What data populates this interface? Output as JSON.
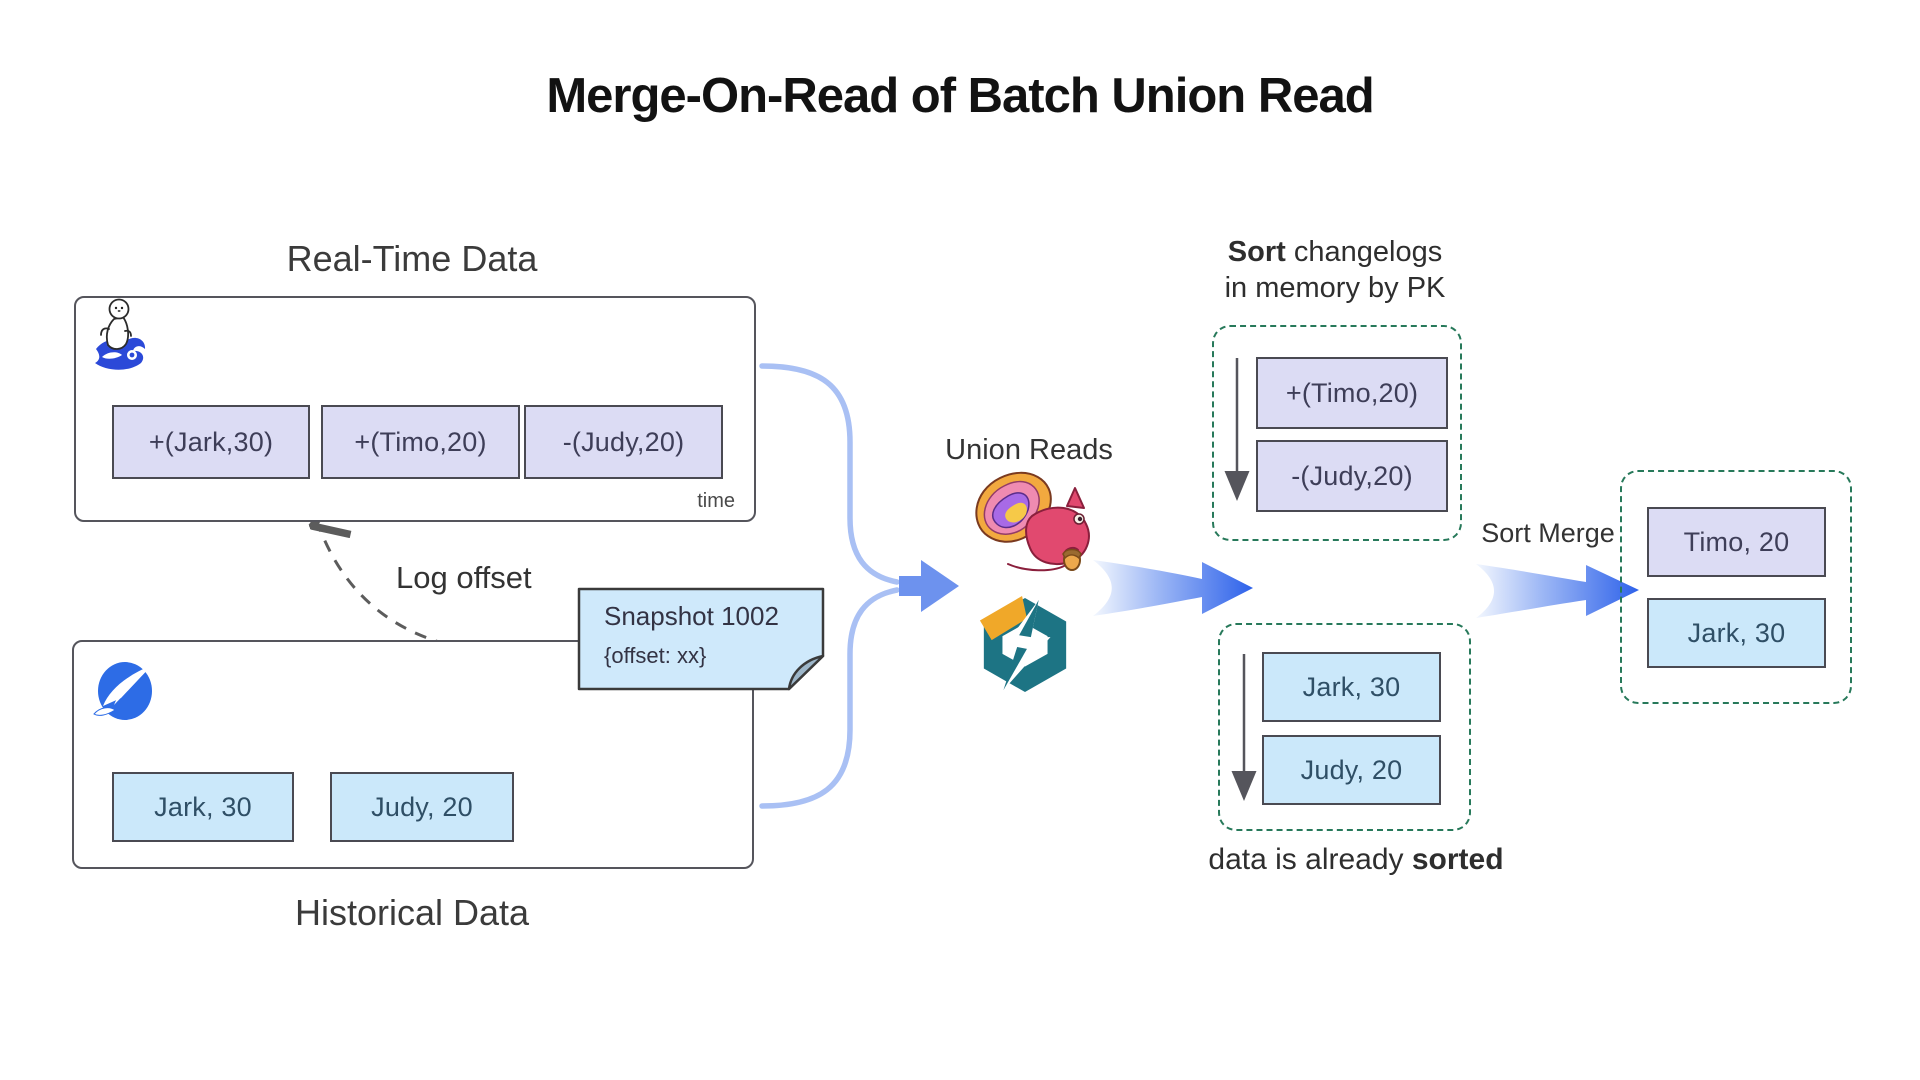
{
  "title": "Merge-On-Read of Batch Union Read",
  "realtime": {
    "heading": "Real-Time Data",
    "cells": [
      "+(Jark,30)",
      "+(Timo,20)",
      "-(Judy,20)"
    ],
    "axis_label": "time"
  },
  "log_offset_label": "Log offset",
  "snapshot_note": {
    "title": "Snapshot 1002",
    "subtitle": "{offset: xx}"
  },
  "historical": {
    "heading": "Historical Data",
    "cells": [
      "Jark, 30",
      "Judy, 20"
    ]
  },
  "union_reads": {
    "label": "Union Reads"
  },
  "sort_changelogs": {
    "heading_bold": "Sort",
    "heading_rest": " changelogs",
    "heading_line2": "in memory by PK",
    "cells": [
      "+(Timo,20)",
      "-(Judy,20)"
    ]
  },
  "sorted_group": {
    "cells": [
      "Jark, 30",
      "Judy, 20"
    ],
    "caption_prefix": "data is already ",
    "caption_bold": "sorted"
  },
  "sort_merge_label": "Sort Merge",
  "result": {
    "cells": [
      "Timo, 20",
      "Jark, 30"
    ]
  },
  "icons": {
    "seal": "paimon-seal-on-wave-icon",
    "marlin": "blue-marlin-circle-icon",
    "squirrel": "flink-squirrel-icon",
    "hexagon": "paimon-hexagon-bolt-icon"
  },
  "colors": {
    "lavender_cell": "#dcdcf4",
    "blue_cell": "#cbe8fa",
    "green_dash": "#27795a",
    "arrow_blue": "#2e62ea",
    "brace_blue": "#a9c0f4",
    "note_fill": "#cfe9fb"
  }
}
